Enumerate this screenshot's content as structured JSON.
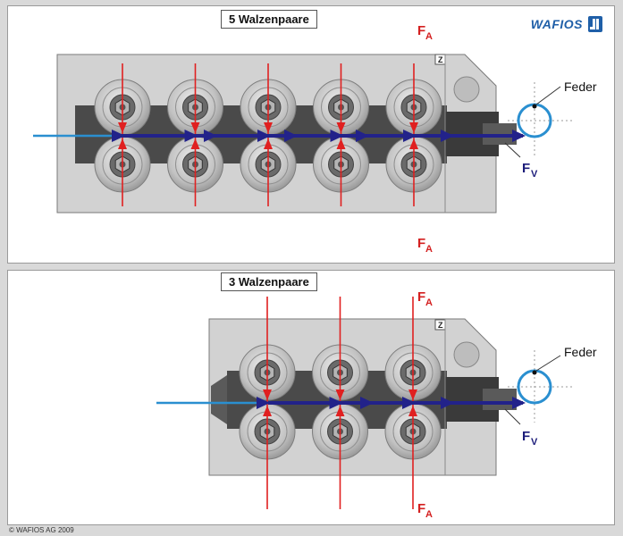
{
  "panels": [
    {
      "title": "5 Walzenpaare",
      "roller_pairs": 5
    },
    {
      "title": "3 Walzenpaare",
      "roller_pairs": 3
    }
  ],
  "labels": {
    "force_a": "F",
    "force_a_sub": "A",
    "force_v": "F",
    "force_v_sub": "V",
    "spring": "Feder",
    "zone_marker": "Z"
  },
  "logo": {
    "text": "WAFIOS",
    "icon": "wafios-logo-icon"
  },
  "copyright": "© WAFIOS AG 2009",
  "colors": {
    "force_arrow": "#e02020",
    "feed_arrow": "#22228a",
    "wire": "#2a8fd0",
    "spring_coil": "#2a8fd0",
    "plate": "#d2d2d2",
    "roller": "#bcbcbc"
  }
}
